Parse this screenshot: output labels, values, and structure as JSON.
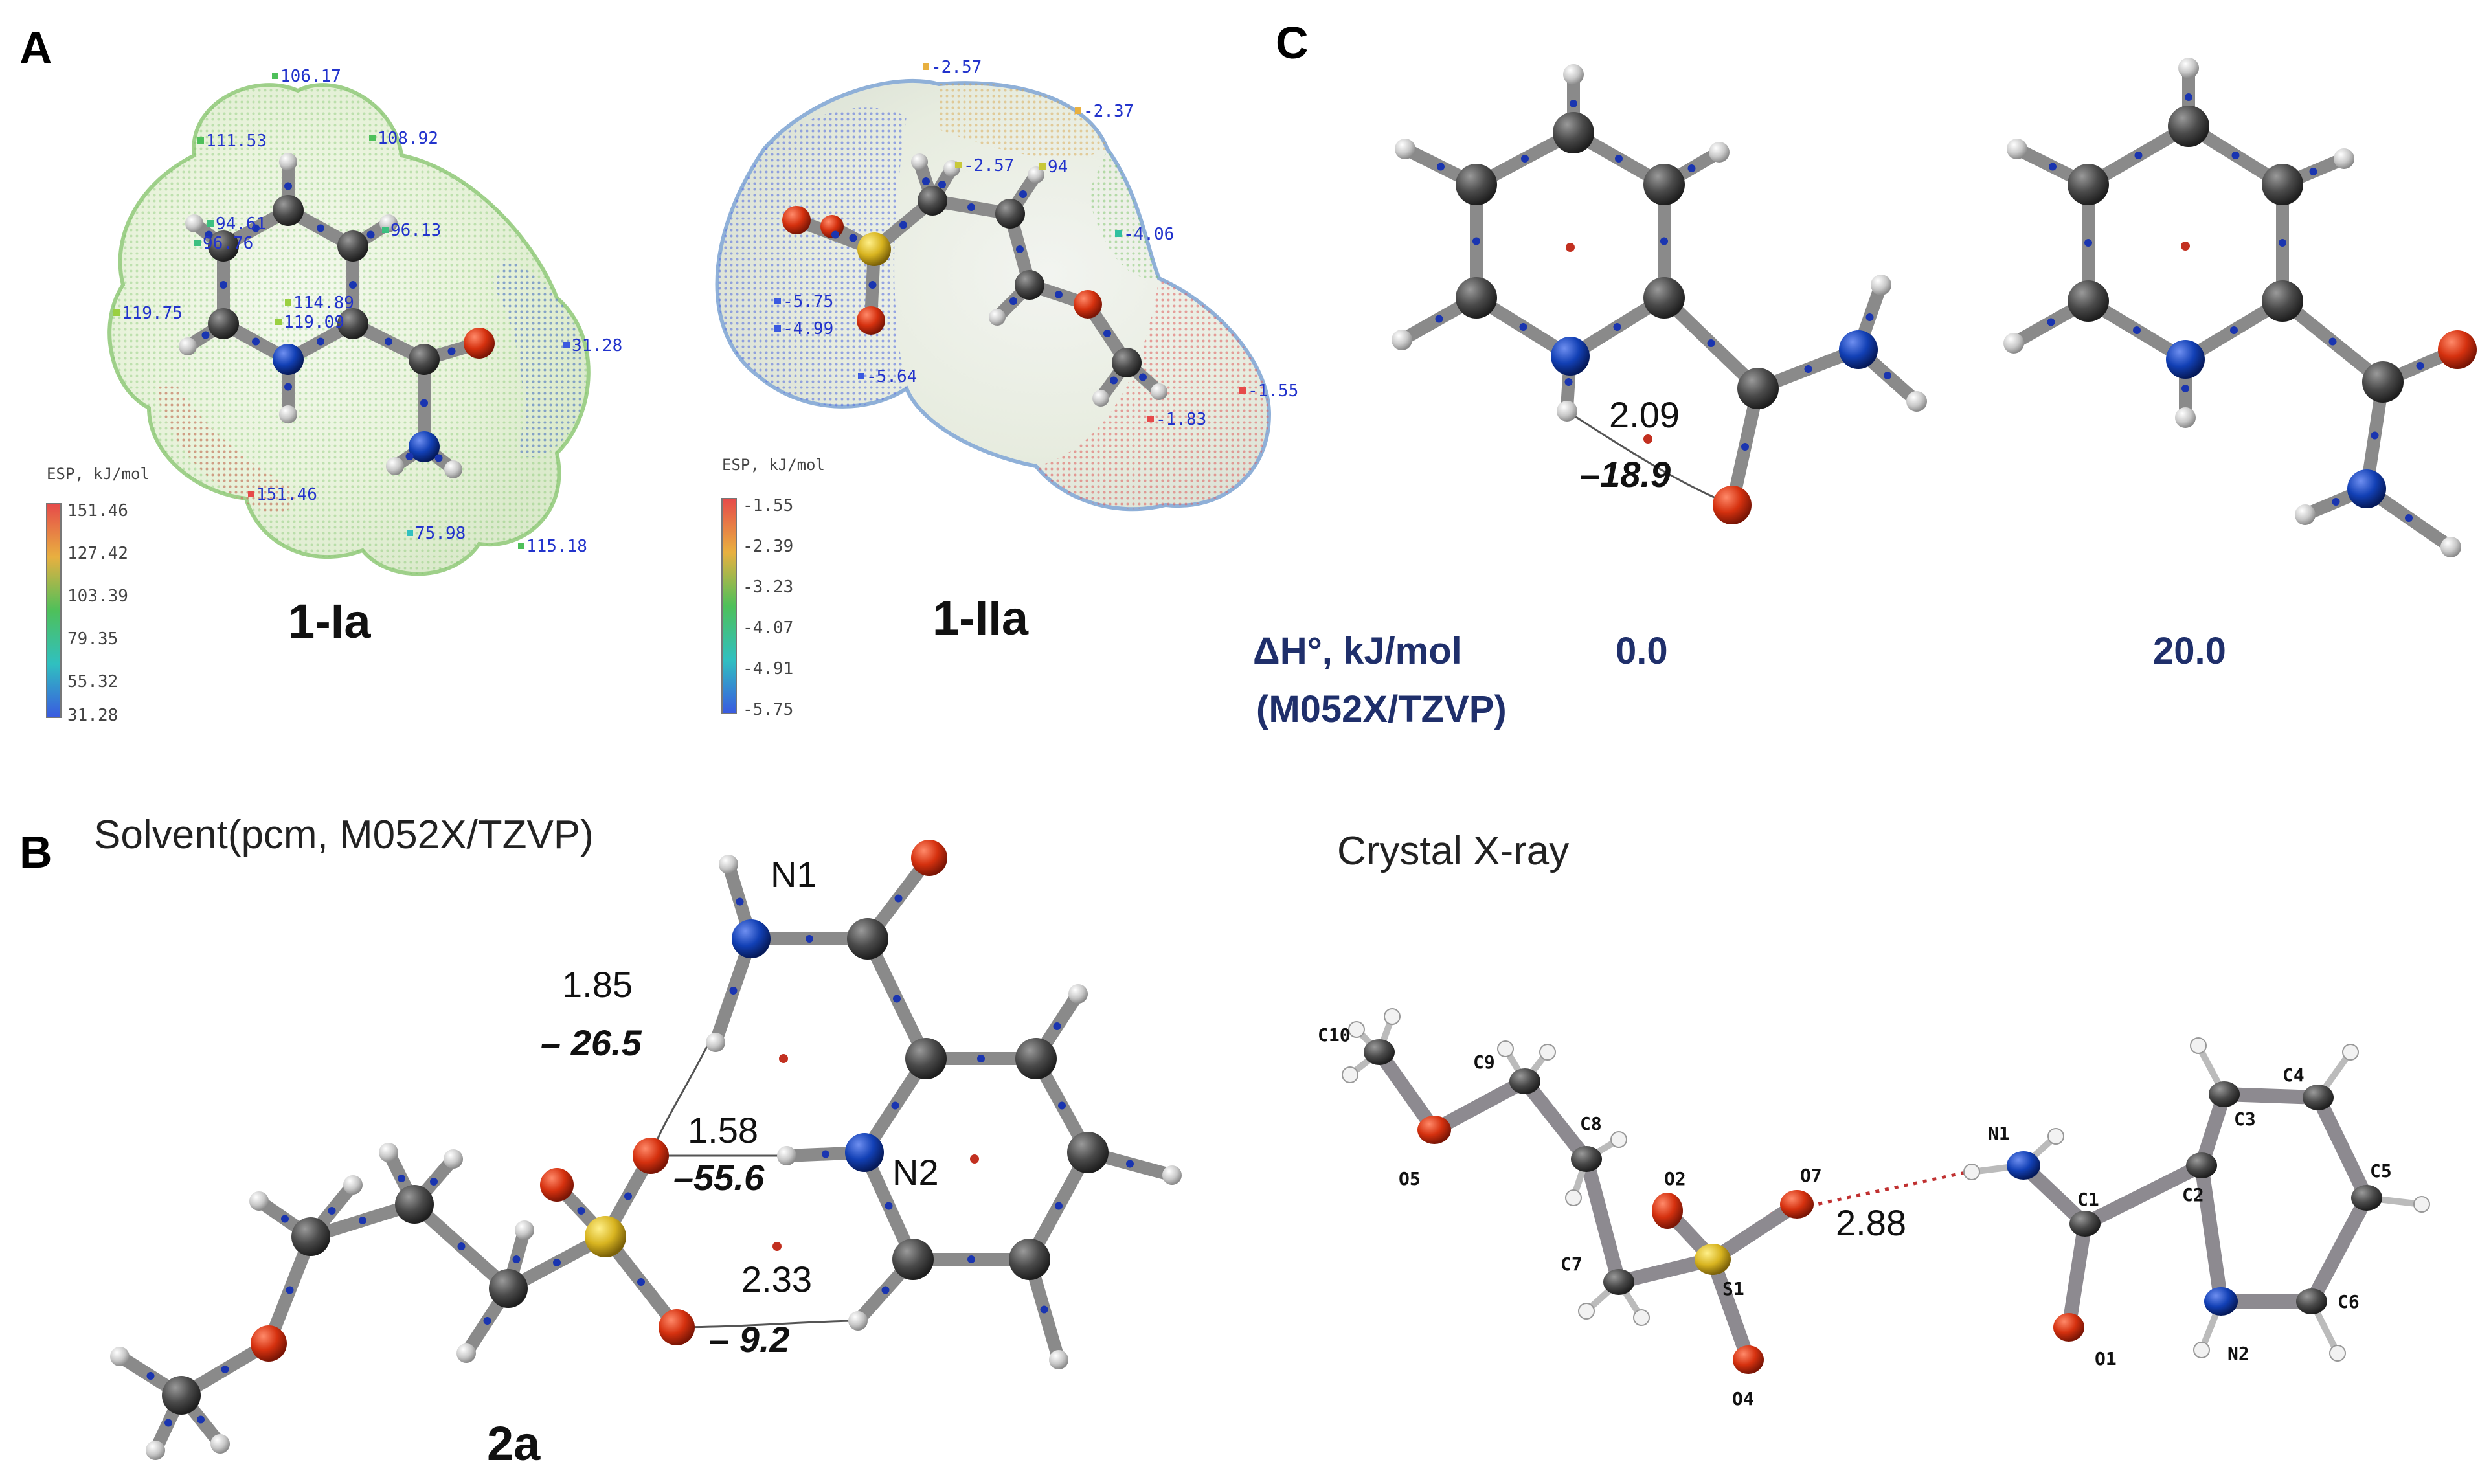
{
  "panels": {
    "A": {
      "letter": "A",
      "left_molecule": {
        "label": "1-Ia",
        "scale_title": "ESP, kJ/mol",
        "scale_ticks": [
          "151.46",
          "127.42",
          "103.39",
          "79.35",
          "55.32",
          "31.28"
        ],
        "values": [
          "106.17",
          "111.53",
          "108.92",
          "94.61",
          "96.76",
          "96.13",
          "114.89",
          "119.09",
          "119.75",
          "31.28",
          "151.46",
          "75.98",
          "115.18"
        ]
      },
      "right_molecule": {
        "label": "1-IIa",
        "scale_title": "ESP, kJ/mol",
        "scale_ticks": [
          "-1.55",
          "-2.39",
          "-3.23",
          "-4.07",
          "-4.91",
          "-5.75"
        ],
        "values": [
          "-2.57",
          "-2.37",
          "-2.57",
          "94",
          "-4.06",
          "-5.75",
          "-4.99",
          "-5.64",
          "-1.55",
          "-1.83"
        ]
      }
    },
    "B": {
      "letter": "B",
      "solvent_title": "Solvent(pcm, M052X/TZVP)",
      "molecule_label": "2a",
      "atom_labels": {
        "n1": "N1",
        "n2": "N2"
      },
      "interactions": [
        {
          "distance": "1.85",
          "energy": "– 26.5"
        },
        {
          "distance": "1.58",
          "energy": "–55.6"
        },
        {
          "distance": "2.33",
          "energy": "– 9.2"
        }
      ],
      "crystal_title": "Crystal X-ray",
      "crystal_distance": "2.88",
      "crystal_atoms": [
        "C10",
        "C9",
        "C8",
        "O5",
        "O2",
        "O7",
        "C7",
        "S1",
        "O4",
        "N1",
        "C3",
        "C4",
        "C2",
        "C1",
        "C5",
        "C6",
        "N2",
        "O1"
      ]
    },
    "C": {
      "letter": "C",
      "interaction": {
        "distance": "2.09",
        "energy": "–18.9"
      },
      "dh_label_line1": "ΔH°, kJ/mol",
      "dh_label_line2": "(M052X/TZVP)",
      "dh_values": [
        "0.0",
        "20.0"
      ]
    }
  },
  "colors": {
    "carbon": "#4a4a4a",
    "hydrogen": "#c8c8c8",
    "nitrogen": "#1240b5",
    "oxygen": "#d5310f",
    "sulfur": "#d8b420",
    "bcp": "#1a35b0",
    "rcp": "#c23020",
    "navy_text": "#1f2f6b"
  }
}
